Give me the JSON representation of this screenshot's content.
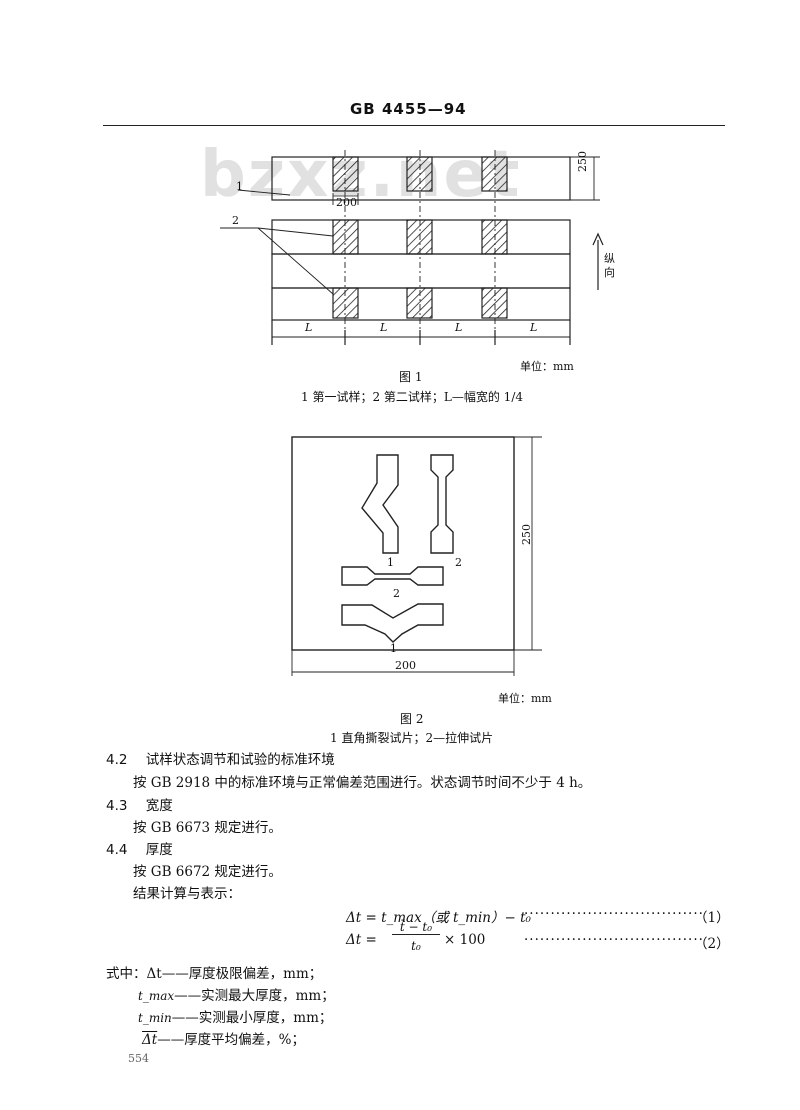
{
  "header": {
    "standard": "GB  4455—94"
  },
  "watermark": "bzxz.net",
  "figure1": {
    "callout_1": "1",
    "callout_2": "2",
    "dim_height": "250",
    "dim_width": "200",
    "direction": "纵向",
    "l_labels": [
      "L",
      "L",
      "L",
      "L"
    ],
    "unit": "单位：mm",
    "title": "图 1",
    "caption": "1  第一试样；2  第二试样；L—幅宽的 1/4"
  },
  "figure2": {
    "dim_height": "250",
    "dim_width": "200",
    "label_1a": "1",
    "label_2a": "2",
    "label_2b": "2",
    "label_1b": "1",
    "unit": "单位：mm",
    "title": "图 2",
    "caption": "1  直角撕裂试片；2—拉伸试片"
  },
  "sections": [
    {
      "num": "4.2",
      "title": "试样状态调节和试验的标准环境",
      "text": "按 GB 2918 中的标准环境与正常偏差范围进行。状态调节时间不少于 4 h。"
    },
    {
      "num": "4.3",
      "title": "宽度",
      "text": "按 GB 6673 规定进行。"
    },
    {
      "num": "4.4",
      "title": "厚度",
      "text": "按 GB 6672 规定进行。"
    }
  ],
  "result_intro": "结果计算与表示：",
  "formulas": [
    {
      "expr": "Δt = t_max（或 t_min）− t₀",
      "num": "（1）"
    },
    {
      "expr_num": "t̄ − t₀",
      "expr_den": "t₀",
      "expr_lhs": "Δt =",
      "expr_tail": "× 100",
      "num": "（2）"
    }
  ],
  "where": [
    {
      "sym": "式中：Δt",
      "desc": "——厚度极限偏差，mm；"
    },
    {
      "sym": "t_max",
      "desc": "——实测最大厚度，mm；"
    },
    {
      "sym": "t_min",
      "desc": "——实测最小厚度，mm；"
    },
    {
      "sym": "Δt",
      "desc": "——厚度平均偏差，%；"
    }
  ],
  "page_number": "554"
}
